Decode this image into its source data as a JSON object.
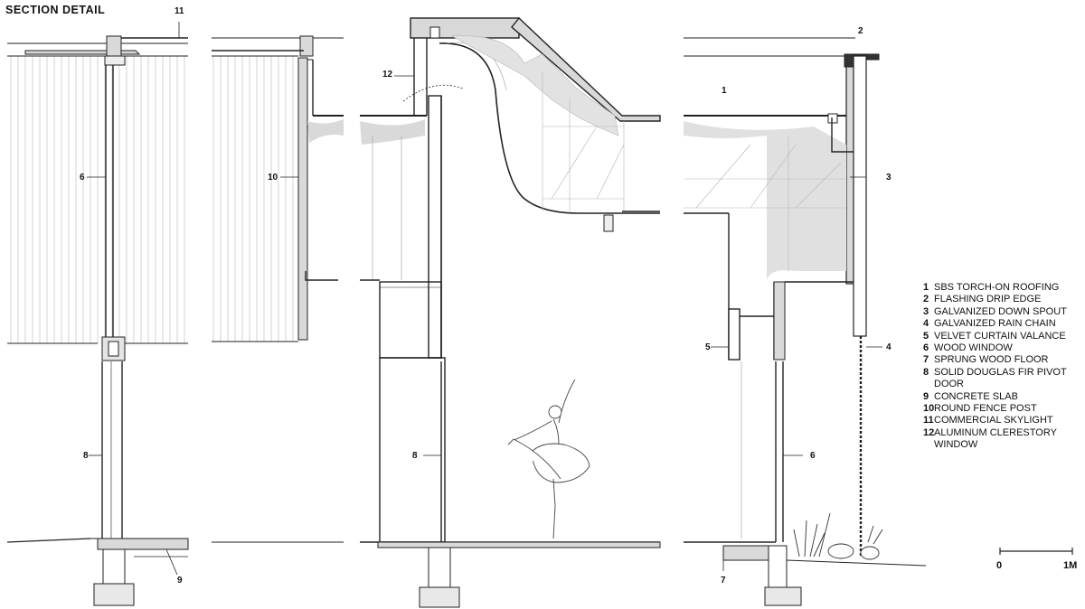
{
  "title": "SECTION  DETAIL",
  "callouts": {
    "c11": "11",
    "c6a": "6",
    "c8a": "8",
    "c9": "9",
    "c10": "10",
    "c12": "12",
    "c8b": "8",
    "c2": "2",
    "c1": "1",
    "c3": "3",
    "c5": "5",
    "c4": "4",
    "c6b": "6",
    "c7": "7"
  },
  "legend": [
    {
      "num": "1",
      "text": "SBS TORCH-ON ROOFING"
    },
    {
      "num": "2",
      "text": "FLASHING DRIP EDGE"
    },
    {
      "num": "3",
      "text": "GALVANIZED DOWN SPOUT"
    },
    {
      "num": "4",
      "text": "GALVANIZED RAIN CHAIN"
    },
    {
      "num": "5",
      "text": "VELVET CURTAIN VALANCE"
    },
    {
      "num": "6",
      "text": "WOOD WINDOW"
    },
    {
      "num": "7",
      "text": "SPRUNG WOOD FLOOR"
    },
    {
      "num": "8",
      "text": "SOLID DOUGLAS FIR PIVOT DOOR"
    },
    {
      "num": "9",
      "text": "CONCRETE SLAB"
    },
    {
      "num": "10",
      "text": "ROUND FENCE POST"
    },
    {
      "num": "11",
      "text": "COMMERCIAL SKYLIGHT"
    },
    {
      "num": "12",
      "text": "ALUMINUM CLERESTORY WINDOW"
    }
  ],
  "scale": {
    "start": "0",
    "end": "1M"
  },
  "colors": {
    "line": "#222222",
    "fill": "#d9d9d9",
    "thin": "#b5b5b5"
  }
}
